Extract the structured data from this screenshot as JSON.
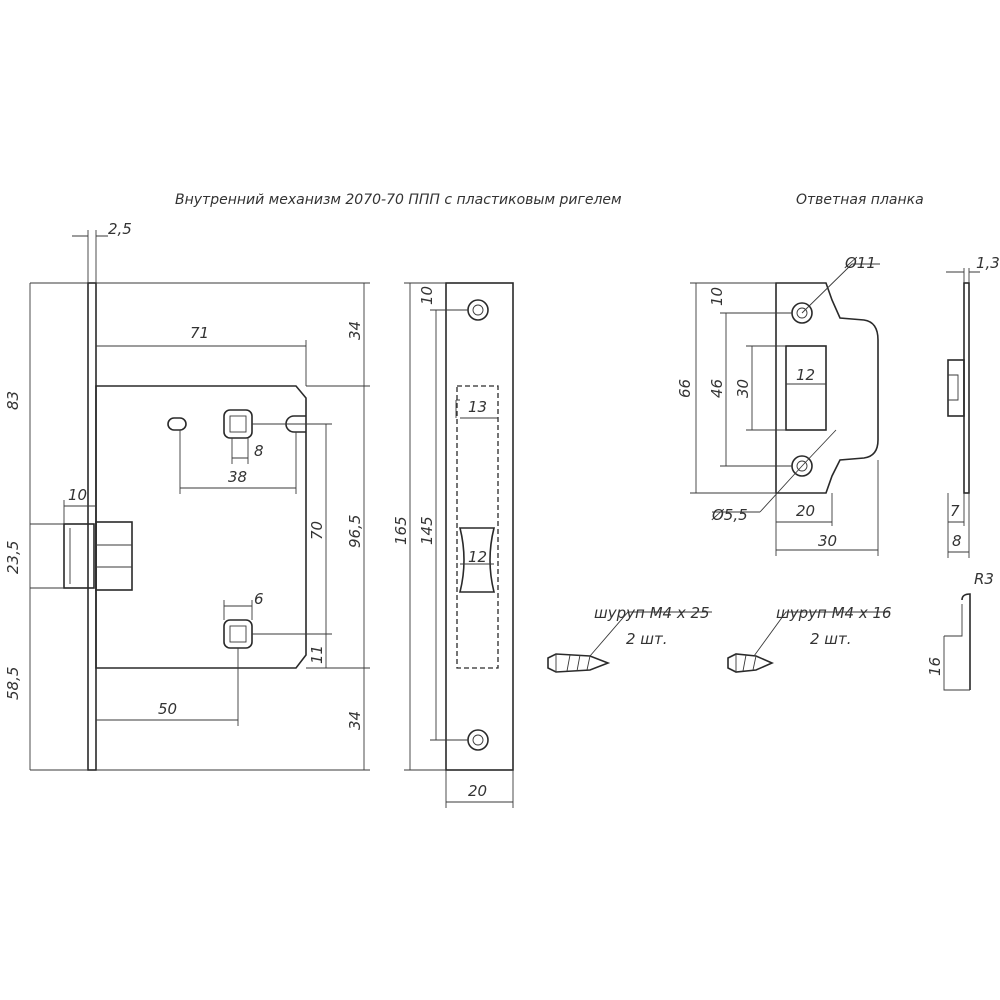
{
  "titles": {
    "main": "Внутренний механизм 2070-70 ППП с пластиковым ригелем",
    "strike": "Ответная планка"
  },
  "dims": {
    "plate_thick": "2,5",
    "width_71": "71",
    "top_34": "34",
    "total_83": "83",
    "latch_10": "10",
    "latch_23_5": "23,5",
    "lower_58_5": "58,5",
    "slot_8": "8",
    "slot_38": "38",
    "spacing_70": "70",
    "body_96_5": "96,5",
    "bottom_11": "11",
    "sq_6": "6",
    "offset_50": "50",
    "bottom_34": "34",
    "total_165": "165",
    "hole_145": "145",
    "top_10": "10",
    "win_13": "13",
    "win_12": "12",
    "face_20": "20",
    "s_dia_11": "Ø11",
    "s_10": "10",
    "s_66": "66",
    "s_46": "46",
    "s_30": "30",
    "s_12": "12",
    "s_dia_5_5": "Ø5,5",
    "s_20": "20",
    "s_30w": "30",
    "side_1_3": "1,3",
    "side_7": "7",
    "side_8": "8",
    "r3": "R3",
    "h16": "16"
  },
  "screws": {
    "a_name": "шуруп М4 х 25",
    "a_qty": "2 шт.",
    "b_name": "шуруп М4 х 16",
    "b_qty": "2 шт."
  }
}
